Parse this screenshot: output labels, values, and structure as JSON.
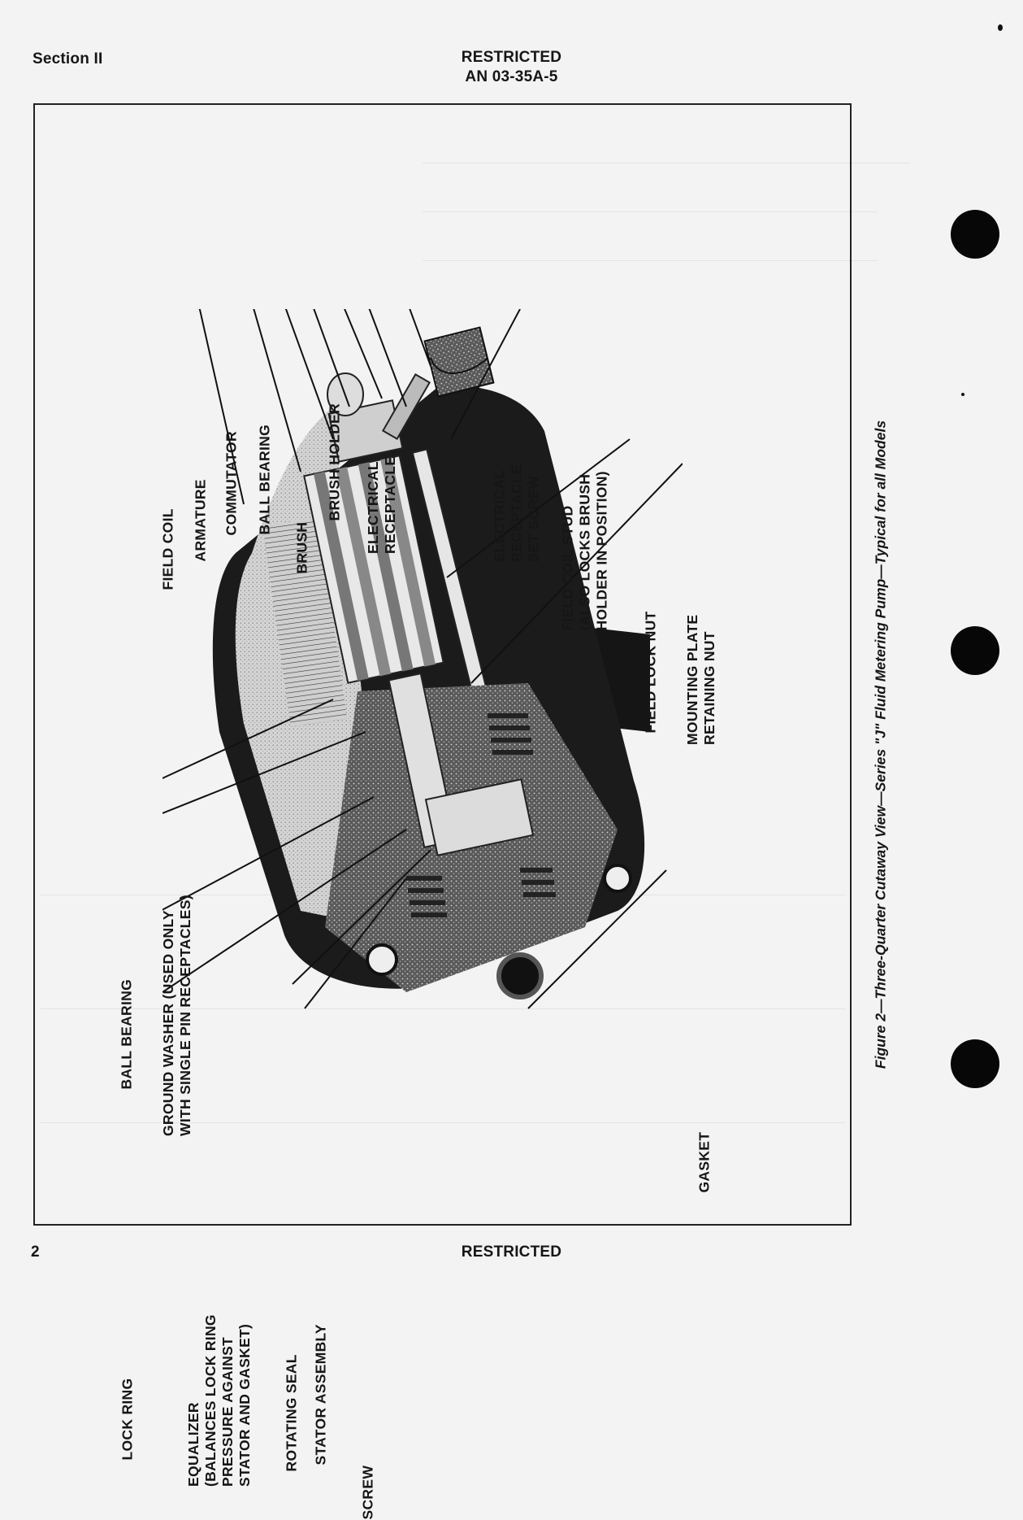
{
  "header": {
    "section": "Section II",
    "classification": "RESTRICTED",
    "document_number": "AN 03-35A-5"
  },
  "footer": {
    "page_number": "2",
    "classification": "RESTRICTED"
  },
  "figure": {
    "caption": "Figure 2—Three-Quarter Cutaway View—Series \"J\" Fluid Metering Pump—Typical for all Models",
    "callouts_top": [
      {
        "lines": [
          "FIELD COIL"
        ]
      },
      {
        "lines": [
          "ARMATURE"
        ]
      },
      {
        "lines": [
          "COMMUTATOR"
        ]
      },
      {
        "lines": [
          "BALL BEARING"
        ]
      },
      {
        "lines": [
          "BRUSH"
        ]
      },
      {
        "lines": [
          "BRUSH HOLDER"
        ]
      },
      {
        "lines": [
          "ELECTRICAL",
          "RECEPTACLE"
        ]
      },
      {
        "lines": [
          "ELECTRICAL",
          "RECEPTACLE",
          "SET SCREW"
        ]
      },
      {
        "lines": [
          "FIELD COIL STUD",
          "(ALSO LOCKS BRUSH",
          "HOLDER IN POSITION)"
        ]
      },
      {
        "lines": [
          "FIELD LOCK NUT"
        ]
      },
      {
        "lines": [
          "MOUNTING PLATE",
          "RETAINING NUT"
        ]
      },
      {
        "lines": [
          "GASKET"
        ]
      }
    ],
    "callouts_left": [
      {
        "lines": [
          "BALL BEARING"
        ]
      },
      {
        "lines": [
          "GROUND WASHER (USED ONLY",
          "WITH SINGLE PIN RECEPTACLES)"
        ]
      },
      {
        "lines": [
          "LOCK RING"
        ]
      },
      {
        "lines": [
          "EQUALIZER",
          "(BALANCES LOCK RING",
          "PRESSURE AGAINST",
          "STATOR AND GASKET)"
        ]
      },
      {
        "lines": [
          "ROTATING SEAL"
        ]
      },
      {
        "lines": [
          "STATOR ASSEMBLY"
        ]
      },
      {
        "lines": [
          "SCREW"
        ]
      }
    ]
  }
}
